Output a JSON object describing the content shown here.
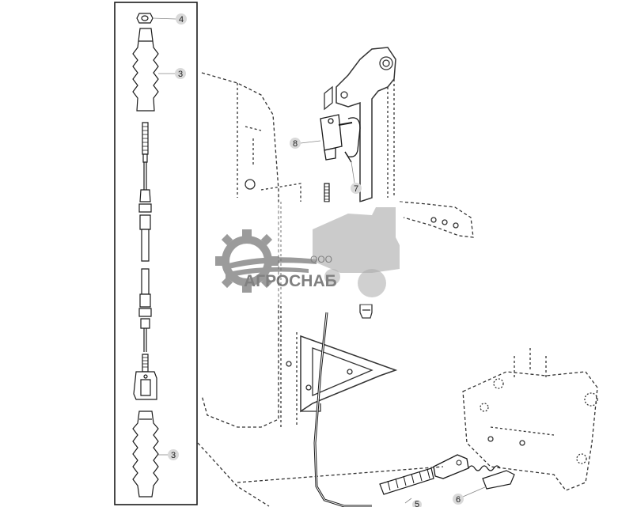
{
  "callouts": {
    "c4": "4",
    "c3_top": "3",
    "c8": "8",
    "c7": "7",
    "c3_bottom": "3",
    "c6": "6",
    "c5": "5"
  },
  "watermark": {
    "prefix": "ООО",
    "brand": "АГРОСНАБ"
  },
  "colors": {
    "line": "#1a1a1a",
    "dashed": "#333333",
    "callout_bubble": "#d9d9d9",
    "watermark": "#8a8a8a"
  }
}
